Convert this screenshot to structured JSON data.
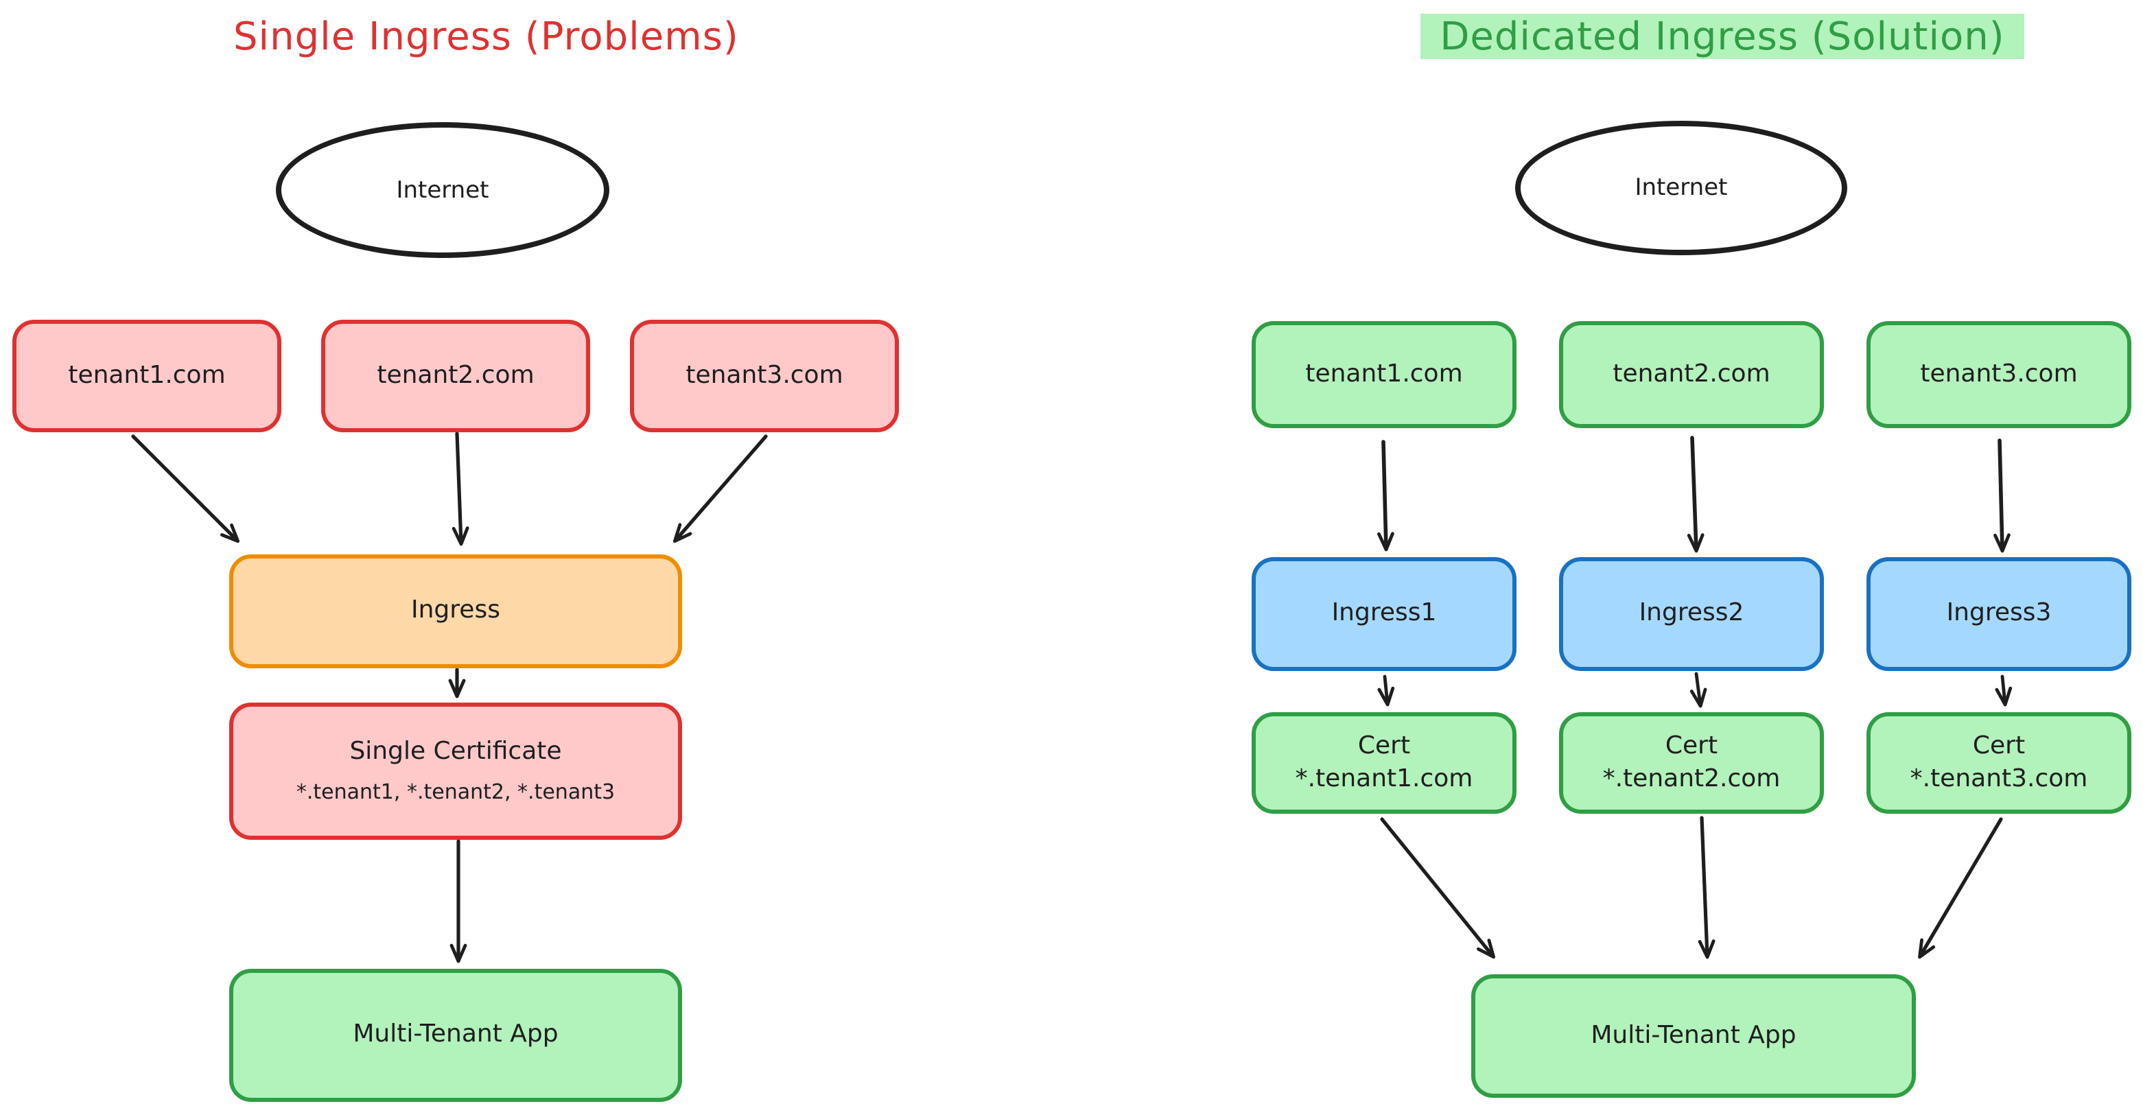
{
  "left_panel": {
    "title": "Single Ingress (Problems)",
    "internet_label": "Internet",
    "tenants": [
      "tenant1.com",
      "tenant2.com",
      "tenant3.com"
    ],
    "ingress_label": "Ingress",
    "certificate": {
      "title": "Single Certificate",
      "subtitle": "*.tenant1, *.tenant2, *.tenant3"
    },
    "app_label": "Multi-Tenant App"
  },
  "right_panel": {
    "title": "Dedicated Ingress (Solution)",
    "internet_label": "Internet",
    "tenants": [
      "tenant1.com",
      "tenant2.com",
      "tenant3.com"
    ],
    "ingresses": [
      "Ingress1",
      "Ingress2",
      "Ingress3"
    ],
    "certs": [
      {
        "title": "Cert",
        "subtitle": "*.tenant1.com"
      },
      {
        "title": "Cert",
        "subtitle": "*.tenant2.com"
      },
      {
        "title": "Cert",
        "subtitle": "*.tenant3.com"
      }
    ],
    "app_label": "Multi-Tenant App"
  },
  "colors": {
    "red_stroke": "#e03131",
    "red_fill": "#ffc9c9",
    "green_stroke": "#2f9e44",
    "green_fill": "#b2f2bb",
    "blue_stroke": "#1971c2",
    "blue_fill": "#a5d8ff",
    "orange_stroke": "#f08c00",
    "orange_fill": "#ffd8a8",
    "ink": "#1e1e1e"
  }
}
